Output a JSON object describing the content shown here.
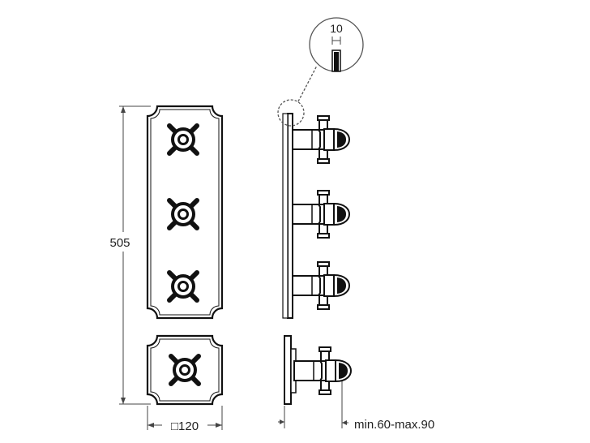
{
  "dimensions": {
    "overall_height": "505",
    "plate_width": "□120",
    "wall_depth": "10",
    "projection_range": "min.60-max.90"
  },
  "colors": {
    "line": "#111111",
    "dimension_line": "#444444",
    "leader_dashed": "#555555"
  },
  "icons": {
    "cross-handle": "four-spoke cross handle with circular hub",
    "detail-callout": "dashed circle with magnified detail"
  }
}
